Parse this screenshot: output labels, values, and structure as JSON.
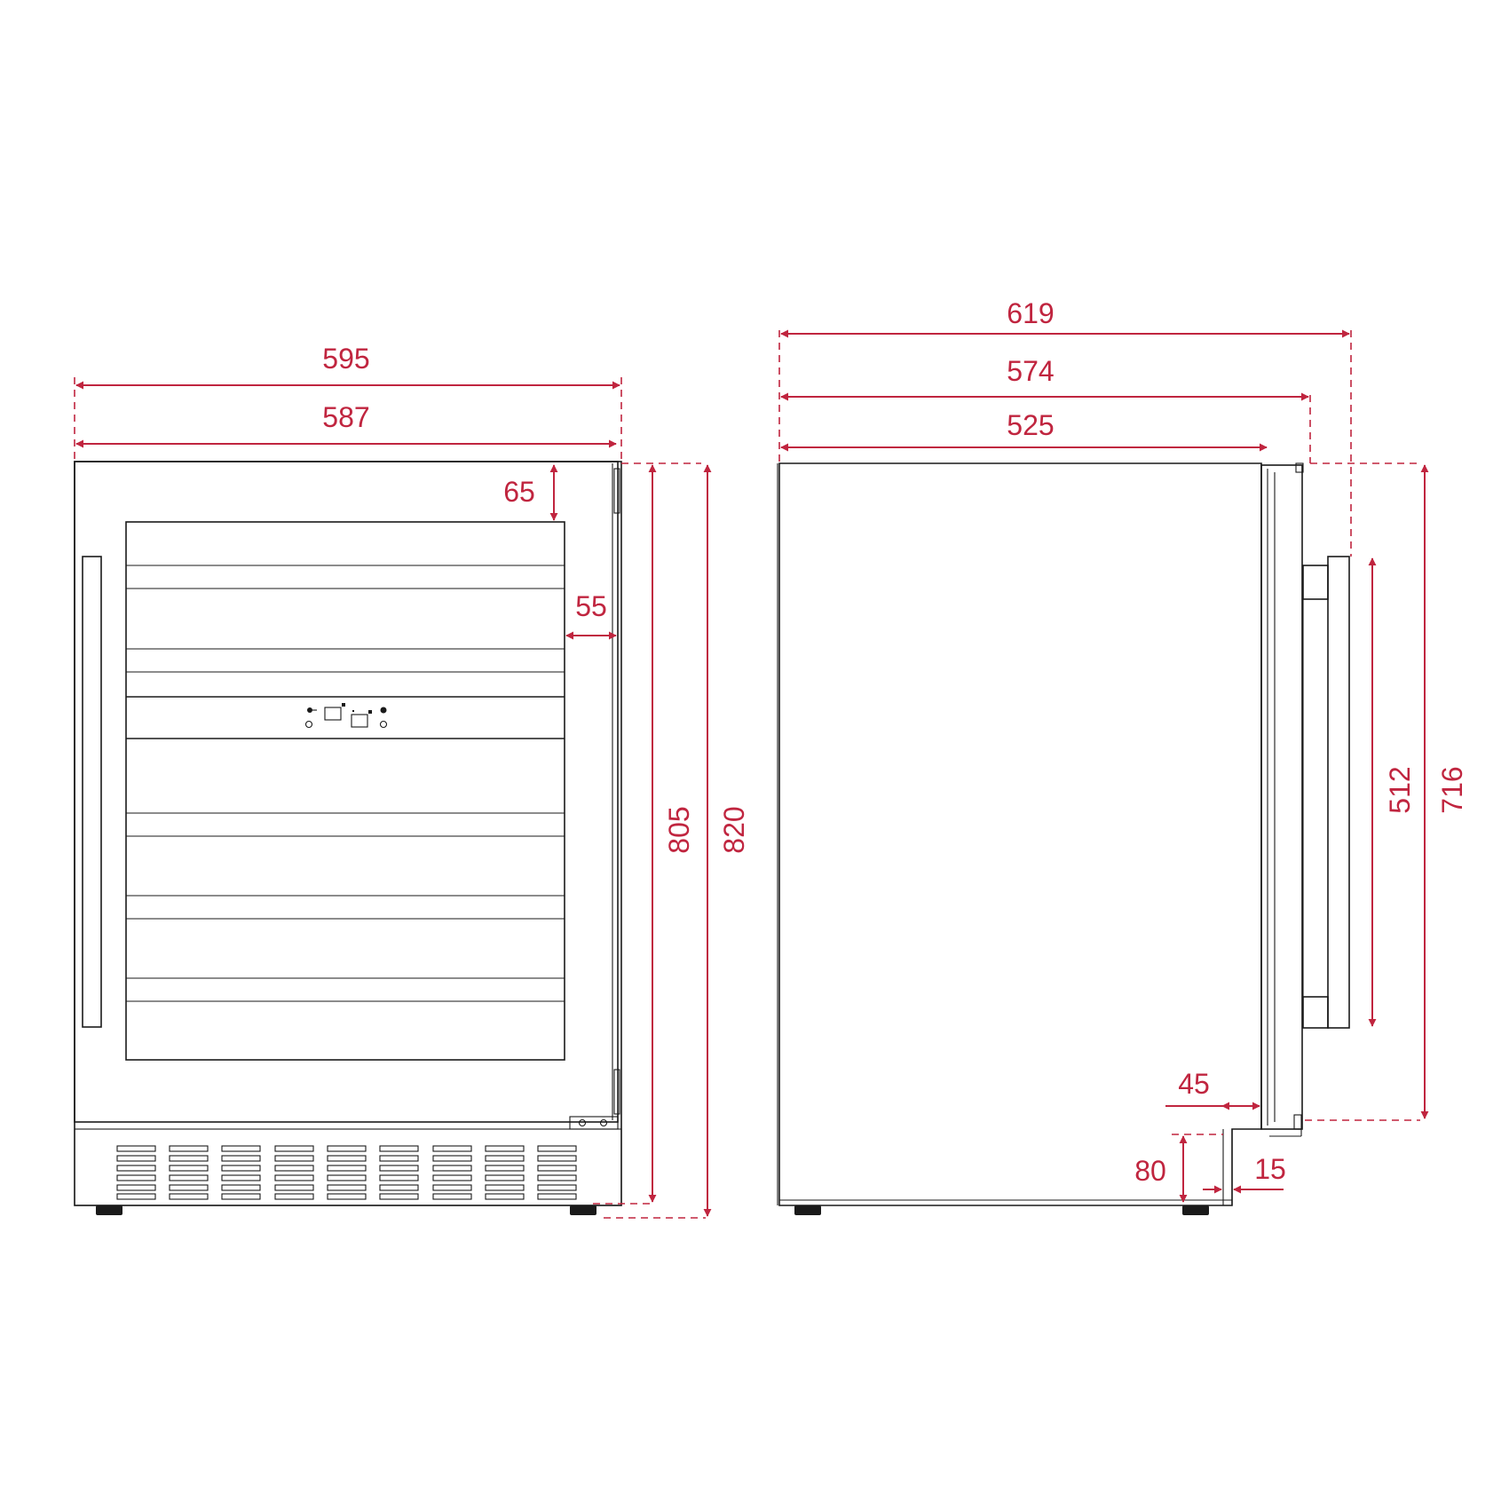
{
  "colors": {
    "dimension": "#c0253f",
    "outline": "#1a1a1a",
    "background": "#ffffff"
  },
  "front_view": {
    "outer_width": "595",
    "door_width": "587",
    "top_to_glass": "65",
    "side_to_glass": "55",
    "cabinet_height": "805",
    "total_height": "820"
  },
  "side_view": {
    "total_depth": "619",
    "depth_with_door": "574",
    "cabinet_depth": "525",
    "handle_height": "512",
    "door_height": "716",
    "door_gap": "45",
    "plinth_height": "80",
    "plinth_offset": "15"
  }
}
